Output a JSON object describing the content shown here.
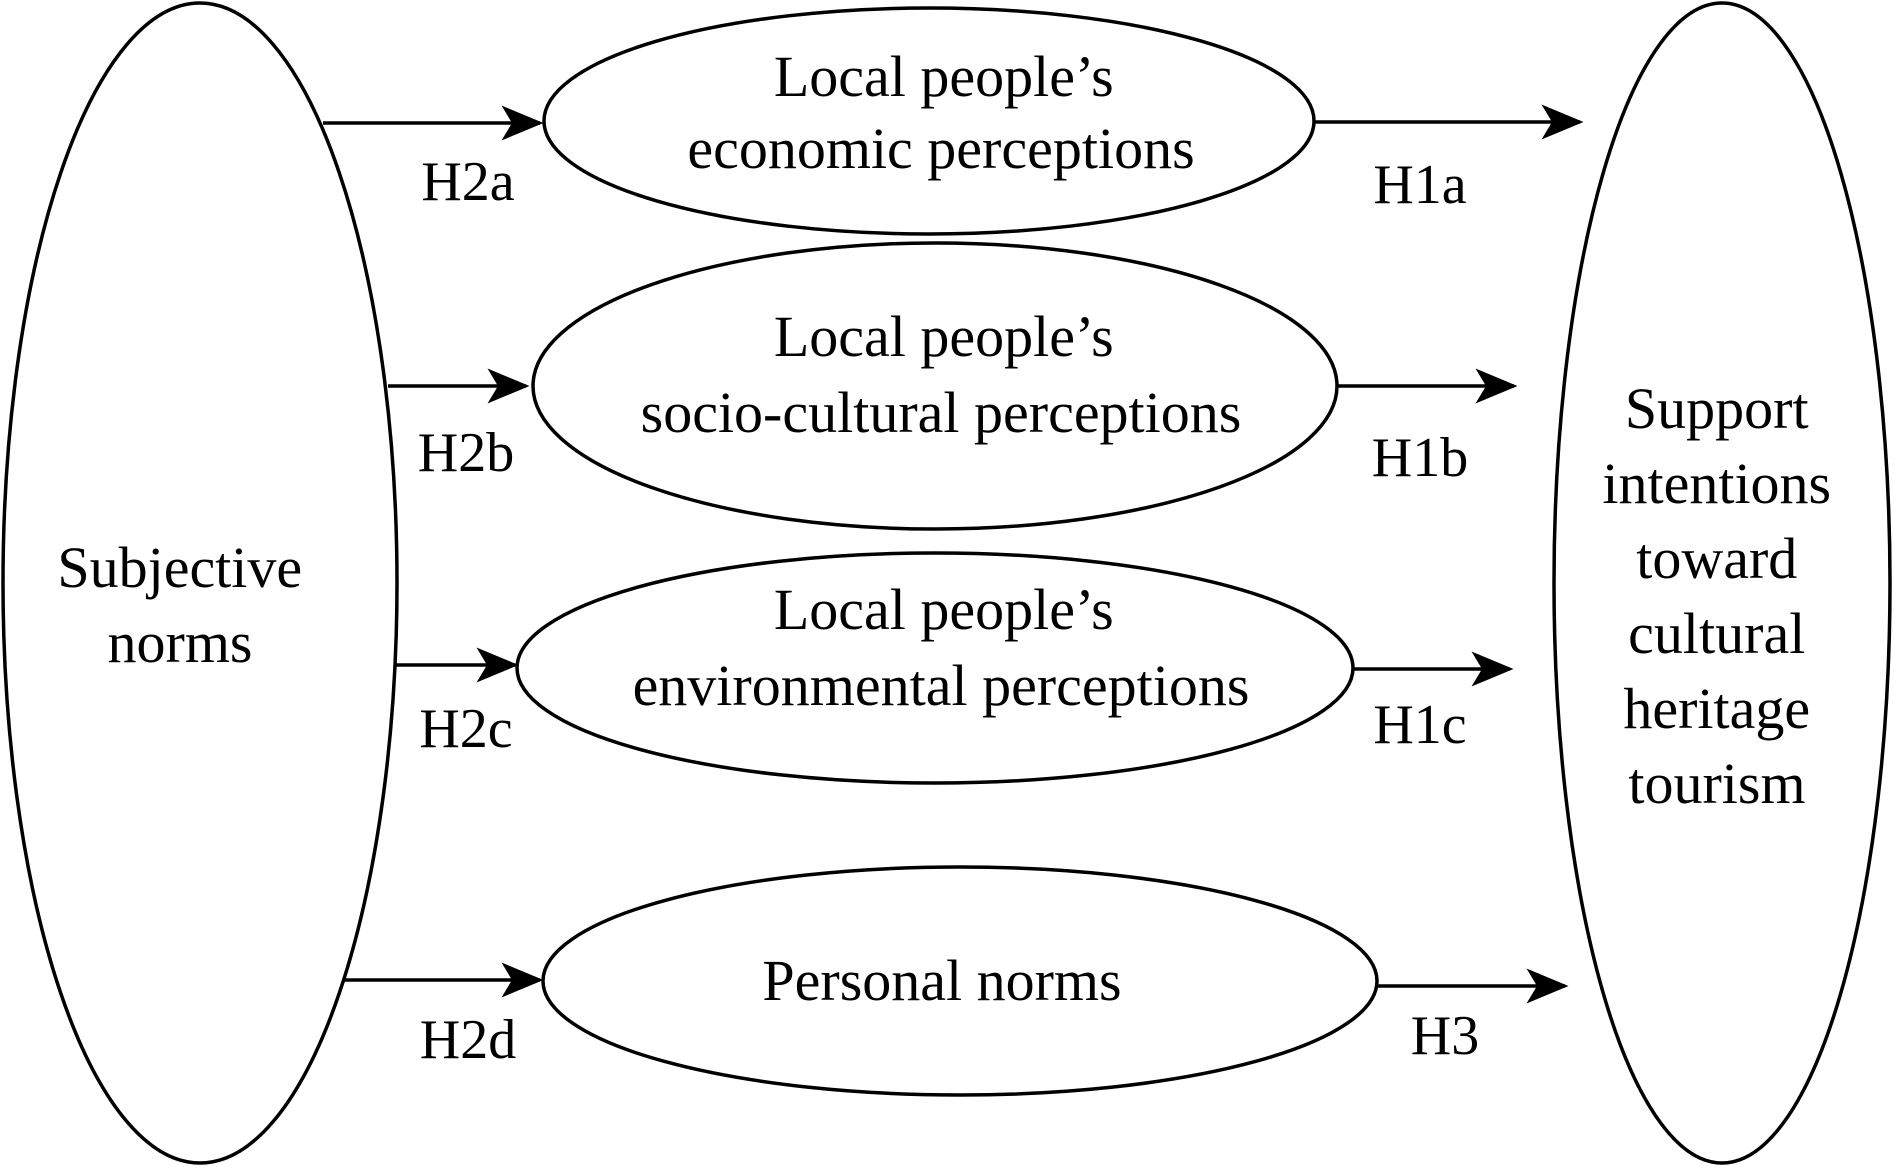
{
  "nodes": {
    "subjective_norms": {
      "lines": [
        "Subjective",
        "norms"
      ]
    },
    "economic": {
      "lines": [
        "Local people’s",
        "economic perceptions"
      ]
    },
    "socio_cultural": {
      "lines": [
        "Local people’s",
        "socio-cultural perceptions"
      ]
    },
    "environmental": {
      "lines": [
        "Local people’s",
        "environmental perceptions"
      ]
    },
    "personal_norms": {
      "lines": [
        "Personal norms"
      ]
    },
    "support": {
      "lines": [
        "Support",
        "intentions",
        "toward",
        "cultural",
        "heritage",
        "tourism"
      ]
    }
  },
  "edges": [
    {
      "from": "subjective_norms",
      "to": "economic",
      "label": "H2a"
    },
    {
      "from": "subjective_norms",
      "to": "socio_cultural",
      "label": "H2b"
    },
    {
      "from": "subjective_norms",
      "to": "environmental",
      "label": "H2c"
    },
    {
      "from": "subjective_norms",
      "to": "personal_norms",
      "label": "H2d"
    },
    {
      "from": "economic",
      "to": "support",
      "label": "H1a"
    },
    {
      "from": "socio_cultural",
      "to": "support",
      "label": "H1b"
    },
    {
      "from": "environmental",
      "to": "support",
      "label": "H1c"
    },
    {
      "from": "personal_norms",
      "to": "support",
      "label": "H3"
    }
  ],
  "colors": {
    "stroke": "#000000",
    "background": "#ffffff"
  }
}
